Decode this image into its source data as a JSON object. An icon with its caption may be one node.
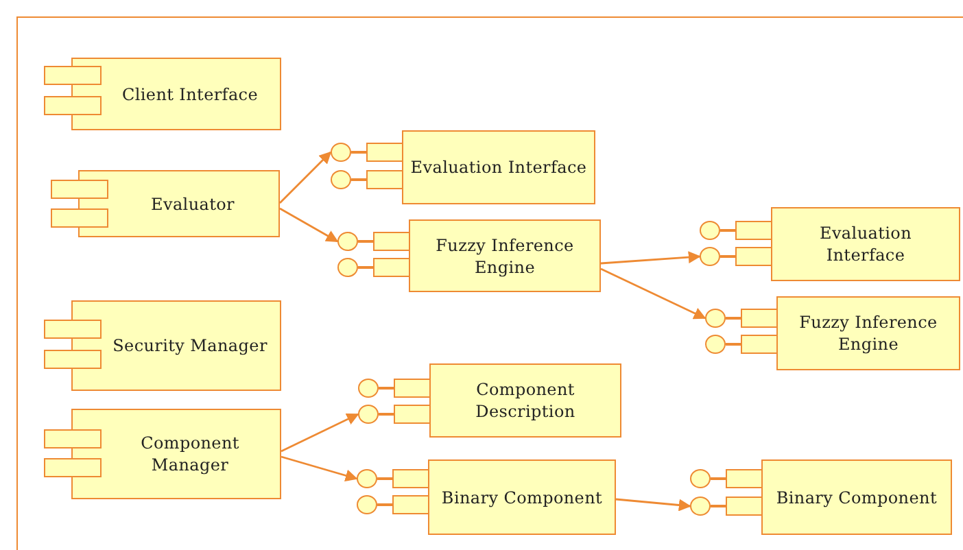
{
  "diagram": {
    "nodes": [
      {
        "text": [
          "Client Interface"
        ]
      },
      {
        "text": [
          "Evaluator"
        ]
      },
      {
        "text": [
          "Evaluation Interface"
        ]
      },
      {
        "text": [
          "Fuzzy Inference Engine"
        ]
      },
      {
        "text": [
          "Evaluation Interface"
        ]
      },
      {
        "text": [
          "Fuzzy Inference Engine"
        ]
      },
      {
        "text": [
          "Security Manager"
        ]
      },
      {
        "text": [
          "Component Manager"
        ]
      },
      {
        "text": [
          "Component Description"
        ]
      },
      {
        "text": [
          "Binary Component"
        ]
      },
      {
        "text": [
          "Binary Component"
        ]
      }
    ],
    "edges": [
      {
        "from": 1,
        "to": 2,
        "arrow": "to"
      },
      {
        "from": 1,
        "to": 3,
        "arrow": "to"
      },
      {
        "from": 3,
        "to": 4,
        "arrow": "to"
      },
      {
        "from": 3,
        "to": 5,
        "arrow": "to"
      },
      {
        "from": 7,
        "to": 8,
        "arrow": "to"
      },
      {
        "from": 7,
        "to": 9,
        "arrow": "to"
      },
      {
        "from": 9,
        "to": 10,
        "arrow": "to"
      }
    ]
  }
}
